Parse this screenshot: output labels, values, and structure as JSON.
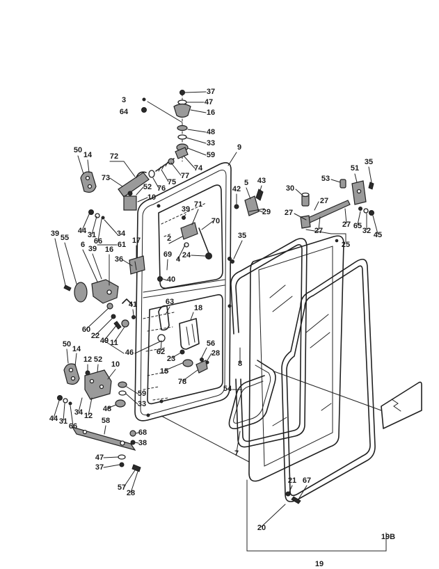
{
  "parts": {
    "labels": [
      "3",
      "64",
      "37",
      "47",
      "16",
      "48",
      "33",
      "59",
      "9",
      "74",
      "77",
      "75",
      "76",
      "72",
      "73",
      "50",
      "14",
      "52",
      "10",
      "42",
      "5",
      "43",
      "30",
      "53",
      "51",
      "35",
      "29",
      "27",
      "27",
      "27",
      "27",
      "65",
      "32",
      "45",
      "25",
      "39",
      "71",
      "70",
      "44",
      "31",
      "34",
      "66",
      "61",
      "39",
      "55",
      "6",
      "39",
      "16",
      "17",
      "2",
      "4",
      "69",
      "24",
      "35",
      "36",
      "40",
      "63",
      "41",
      "18",
      "60",
      "22",
      "49",
      "11",
      "46",
      "62",
      "23",
      "56",
      "28",
      "8",
      "15",
      "78",
      "50",
      "14",
      "12",
      "52",
      "10",
      "54",
      "59",
      "33",
      "48",
      "34",
      "12",
      "44",
      "31",
      "66",
      "58",
      "68",
      "38",
      "7",
      "47",
      "37",
      "21",
      "67",
      "57",
      "28",
      "20",
      "19B",
      "19"
    ]
  }
}
